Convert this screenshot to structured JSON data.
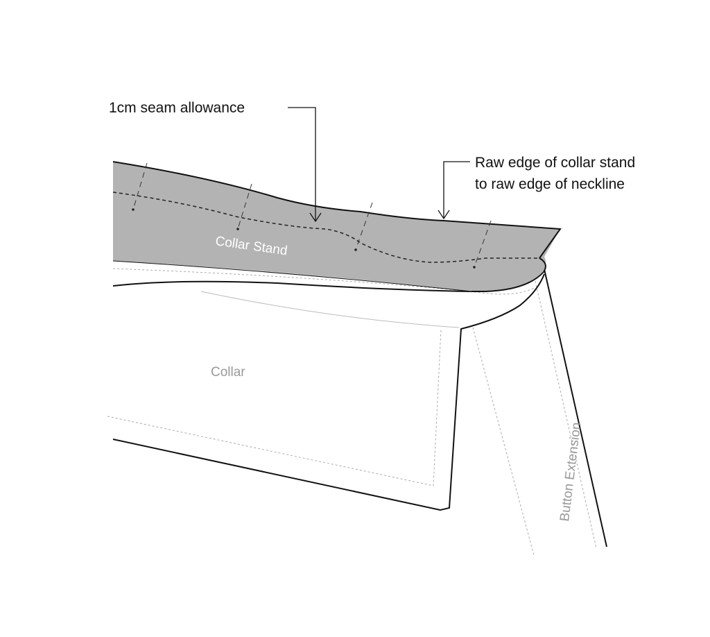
{
  "annotations": {
    "seam_allowance": "1cm seam allowance",
    "raw_edge_line1": "Raw edge of collar stand",
    "raw_edge_line2": "to raw edge of neckline"
  },
  "pieces": {
    "collar_stand": "Collar Stand",
    "collar": "Collar",
    "button_extension": "Button Extension"
  },
  "colors": {
    "stand_fill": "#b3b3b3",
    "outline": "#111111",
    "dotted": "#aaaaaa"
  }
}
